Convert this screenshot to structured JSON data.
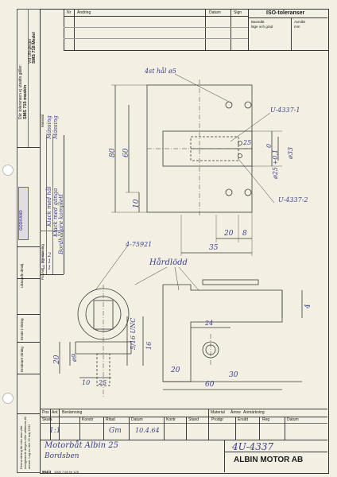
{
  "revision_table": {
    "col_nr": "Nr",
    "col_andring": "Ändring",
    "col_datum": "Datum",
    "col_sign": "Sign"
  },
  "iso_box": {
    "title": "ISO-toleranser",
    "col_matt": "Basmått\nläge och grad",
    "col_avmatt": "Avmått\nmm"
  },
  "left_margin": {
    "tolerance_note_1": "Där toleransen ej utsatts gäller:",
    "tolerance_note_2": "SMS 715 maskin",
    "tolerance_note_3": "SMS 718 Medel",
    "tolerance_note_4": "Vid UN-glegor",
    "parts_header_material": "Material",
    "parts_header_benamning": "Benämning",
    "parts_header_ant": "Ant",
    "parts_header_pos": "Pos",
    "parts": [
      {
        "pos": "1",
        "ant": "2",
        "name": "Klack med hål",
        "material": "Mässing"
      },
      {
        "pos": "2",
        "ant": "1",
        "name": "Klack med gänga",
        "material": "Mässing"
      },
      {
        "pos": "3",
        "ant": "1",
        "name": "Bordhållare komplett",
        "material": ""
      }
    ],
    "stamp": "GODKÄND",
    "label_liknande": "Liknande detalj",
    "label_ersattning": "Ersätt i ritning",
    "label_ersattare": "Ersättare ritning",
    "footer_note": "Denna ritning får icke utan vårt medgivande delges eller utlämnas till annan. Lag av den 29 maj 1931"
  },
  "drawing": {
    "label_holes": "4st hål ø5",
    "label_part1": "U-4337-1",
    "label_part2": "U-4337-2",
    "label_part3": "4-75921",
    "label_weld": "Hårdlödd",
    "dim_80": "80",
    "dim_60": "60",
    "dim_10": "10",
    "dim_25": "25",
    "dim_0": "0",
    "dim_d25": "ø25 +0,1",
    "dim_d33": "ø33",
    "dim_20a": "20",
    "dim_8": "8",
    "dim_35": "35",
    "dim_4": "4",
    "dim_24": "24",
    "dim_16": "16",
    "dim_thread": "5/16 UNC",
    "dim_20b": "20",
    "dim_d9": "ø9",
    "dim_20c": "20",
    "dim_10b": "10",
    "dim_25b": "25",
    "dim_30": "30",
    "dim_60b": "60"
  },
  "title_block": {
    "h_pos": "Pos",
    "h_ant": "Ant",
    "h_benamning": "Benämning",
    "h_material": "Material",
    "h_amne": "Ämne",
    "h_anmarkning": "Anmärkning",
    "h_skala": "Skala",
    "h_konstr": "Konstr",
    "h_ritad": "Ritad",
    "h_datum": "Datum",
    "h_kontr": "Kontr",
    "h_stand": "Stand",
    "h_prodgr": "Prodgr",
    "h_ersatt": "Ersätt",
    "h_reg": "Reg",
    "h_datum2": "Datum",
    "skala": "1:1",
    "ritad": "Gm",
    "datum": "10.4.64",
    "title_1": "Motorbåt Albin 25",
    "title_2": "Bordsben",
    "drawing_no": "4U-4337",
    "company": "ALBIN MOTOR AB",
    "footer_code": "664/3",
    "footer_small": "1000 7.60 Nr 125"
  },
  "colors": {
    "paper": "#f3efe2",
    "ink": "#3a3a3a",
    "pencil": "#3a3f8a"
  }
}
